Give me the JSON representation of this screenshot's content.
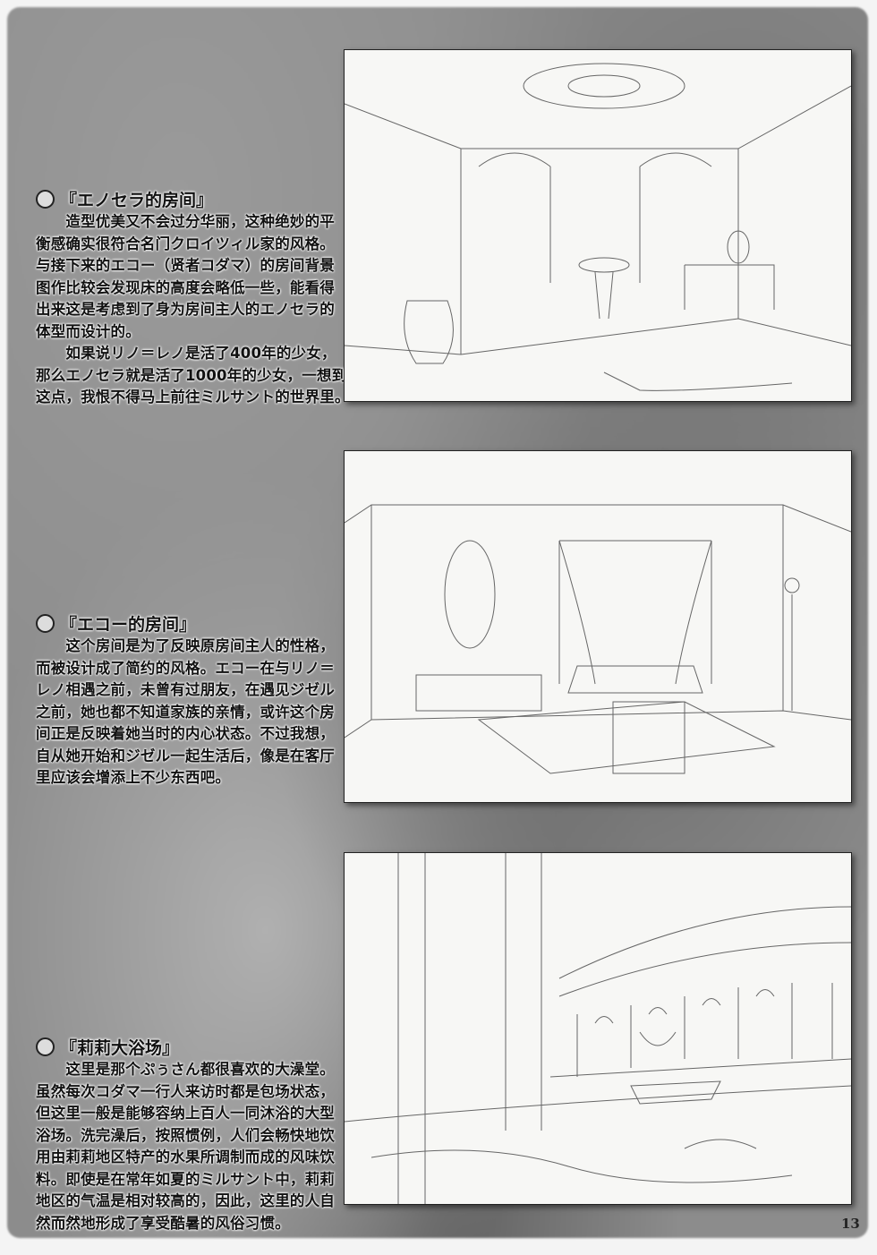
{
  "sections": [
    {
      "heading": "『エノセラ的房间』",
      "lines": [
        "　　造型优美又不会过分华丽，这种绝妙的平",
        "衡感确实很符合名门クロイツィル家的风格。",
        "与接下来的エコー（贤者コダマ）的房间背景",
        "图作比较会发现床的高度会略低一些，能看得",
        "出来这是考虑到了身为房间主人的エノセラ的",
        "体型而设计的。",
        "　　如果说リノ＝レノ是活了400年的少女，",
        "那么エノセラ就是活了1000年的少女，一想到",
        "这点，我恨不得马上前往ミルサント的世界里。"
      ]
    },
    {
      "heading": "『エコー的房间』",
      "lines": [
        "　　这个房间是为了反映原房间主人的性格，",
        "而被设计成了简约的风格。エコー在与リノ＝",
        "レノ相遇之前，未曾有过朋友，在遇见ジゼル",
        "之前，她也都不知道家族的亲情，或许这个房",
        "间正是反映着她当时的内心状态。不过我想，",
        "自从她开始和ジゼル一起生活后，像是在客厅",
        "里应该会增添上不少东西吧。"
      ]
    },
    {
      "heading": "『莉莉大浴场』",
      "lines": [
        "　　这里是那个ぷぅさん都很喜欢的大澡堂。",
        "虽然每次コダマ一行人来访时都是包场状态，",
        "但这里一般是能够容纳上百人一同沐浴的大型",
        "浴场。洗完澡后，按照惯例，人们会畅快地饮",
        "用由莉莉地区特产的水果所调制而成的风味饮",
        "料。即使是在常年如夏的ミルサント中，莉莉",
        "地区的气温是相对较高的，因此，这里的人自",
        "然而然地形成了享受酷暑的风俗习惯。"
      ]
    }
  ],
  "page_number": "13"
}
